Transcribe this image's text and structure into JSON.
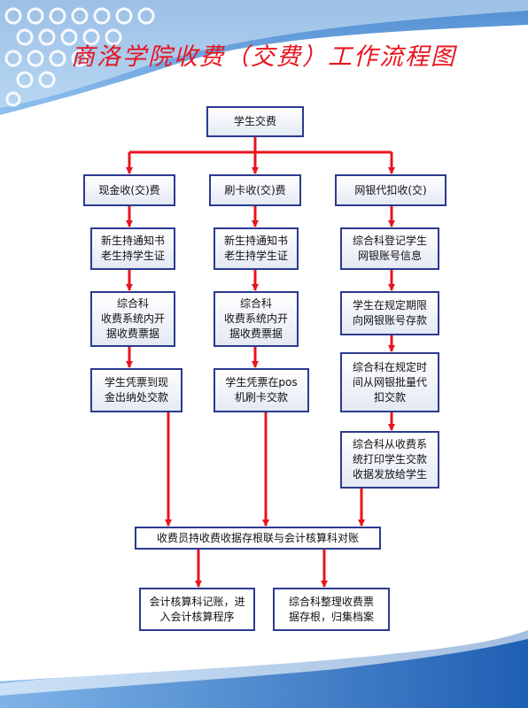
{
  "title": "商洛学院收费（交费）工作流程图",
  "colors": {
    "arrow": "#e8141e",
    "box_border": "#2b3a8f",
    "title": "#e8141e"
  },
  "nodes": {
    "start": "学生交费",
    "cash": "现金收(交)费",
    "card": "刷卡收(交)费",
    "online": "网银代扣收(交)",
    "cash_step1": "新生持通知书\n老生持学生证",
    "cash_step2": "综合科\n收费系统内开\n据收费票据",
    "cash_step3": "学生凭票到现\n金出纳处交款",
    "card_step1": "新生持通知书\n老生持学生证",
    "card_step2": "综合科\n收费系统内开\n据收费票据",
    "card_step3": "学生凭票在pos\n机刷卡交款",
    "online_step1": "综合科登记学生\n网银账号信息",
    "online_step2": "学生在规定期限\n向网银账号存款",
    "online_step3": "综合科在规定时\n间从网银批量代\n扣交款",
    "online_step4": "综合科从收费系\n统打印学生交款\n收据发放给学生",
    "reconcile": "收费员持收费收据存根联与会计核算科对账",
    "accounting": "会计核算科记账，进\n入会计核算程序",
    "archive": "综合科整理收费票\n据存根，归集档案"
  }
}
